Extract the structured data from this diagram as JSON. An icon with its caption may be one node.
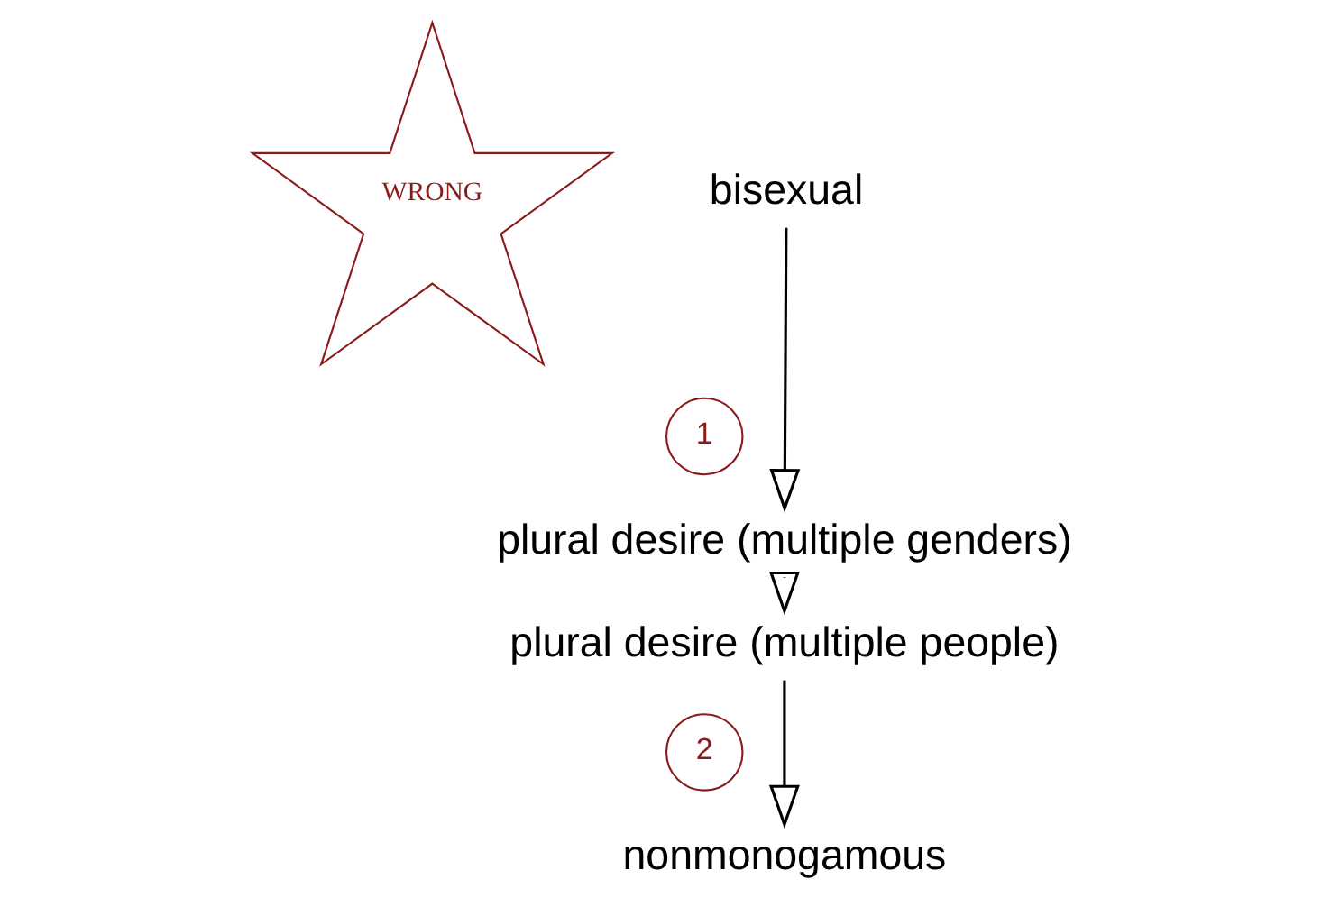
{
  "diagram": {
    "nodes": [
      {
        "text": [
          "WRONG"
        ]
      },
      {
        "text": [
          "bisexual"
        ]
      },
      {
        "text": [
          "1"
        ]
      },
      {
        "text": [
          "plural desire (multiple genders)"
        ]
      },
      {
        "text": [
          "plural desire (multiple people)"
        ]
      },
      {
        "text": [
          "2"
        ]
      },
      {
        "text": [
          "nonmonogamous"
        ]
      }
    ],
    "edges": [
      {
        "from": 1,
        "to": 3,
        "arrow": "to"
      },
      {
        "from": 3,
        "to": 4,
        "arrow": "to"
      },
      {
        "from": 4,
        "to": 6,
        "arrow": "to"
      }
    ]
  }
}
